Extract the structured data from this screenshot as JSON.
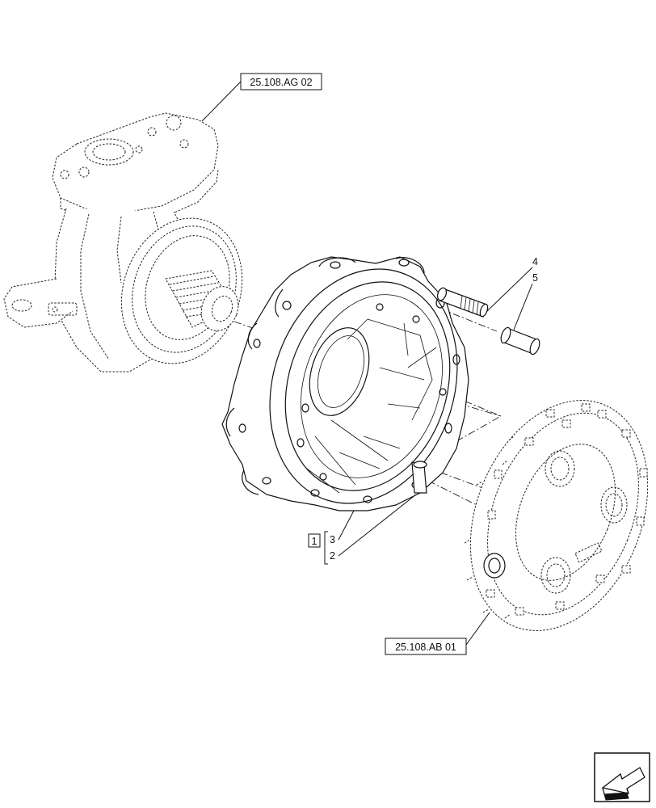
{
  "references": {
    "steering_knuckle_ref": "25.108.AG 02",
    "planetary_cover_ref": "25.108.AB 01"
  },
  "callouts": {
    "group_box": "1",
    "item_3": "3",
    "item_2": "2",
    "item_4": "4",
    "item_5": "5"
  },
  "icons": {
    "corner_nav": "return-arrow-icon"
  }
}
